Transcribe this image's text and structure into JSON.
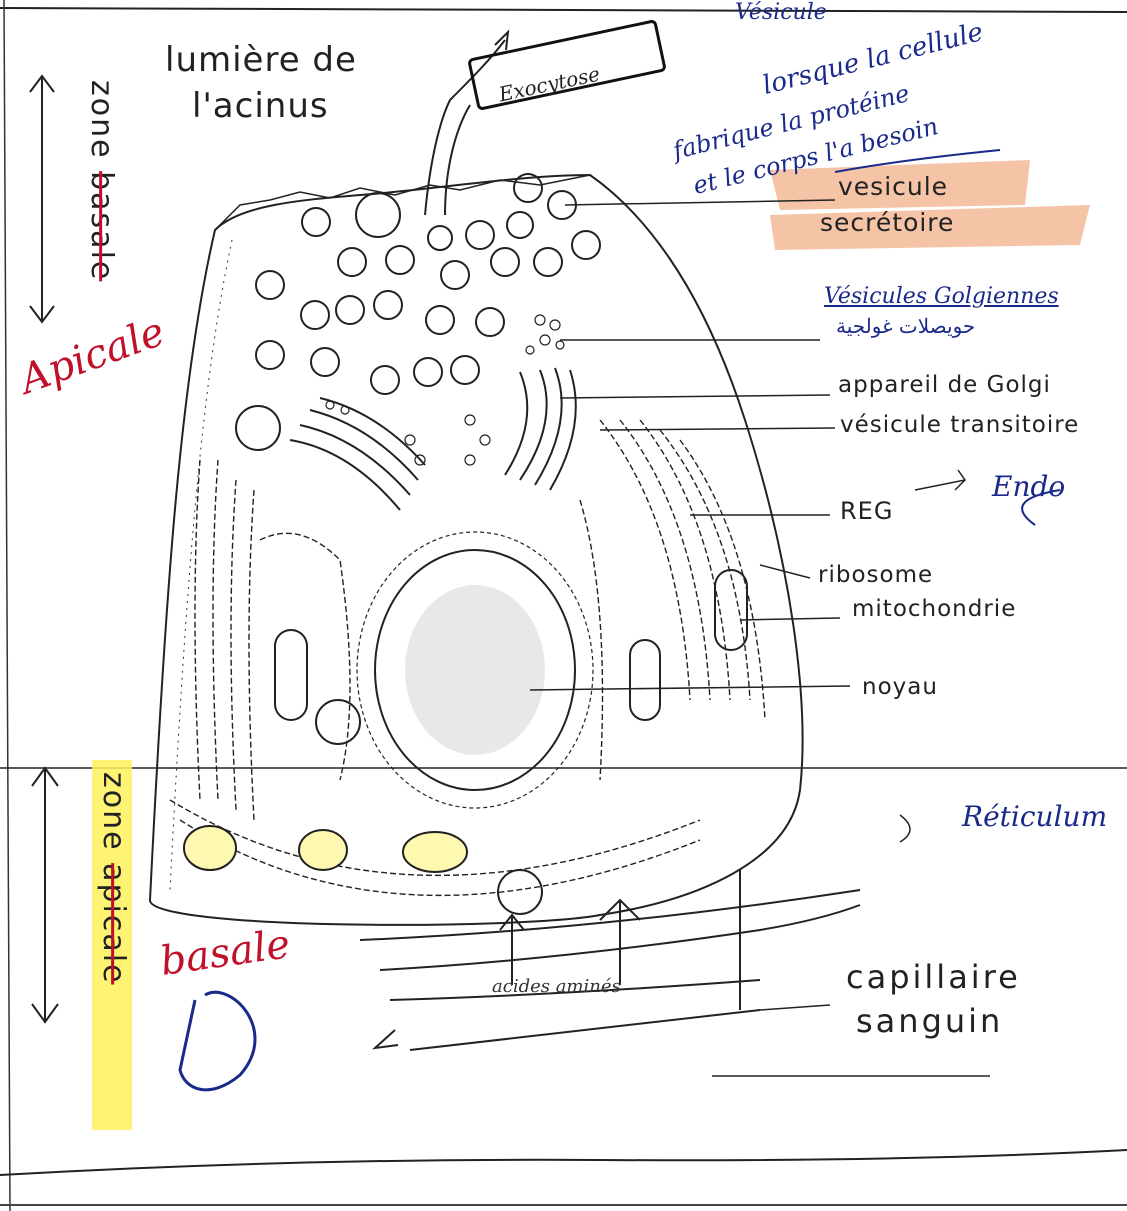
{
  "printed_labels": {
    "acinus_lumen_line1": "lumière de",
    "acinus_lumen_line2": "l'acinus",
    "secretory_vesicle_line1": "vesicule",
    "secretory_vesicle_line2": "secrétoire",
    "golgi": "appareil de Golgi",
    "transit_vesicle": "vésicule transitoire",
    "reg": "REG",
    "ribosome": "ribosome",
    "mitochondria": "mitochondrie",
    "nucleus": "noyau",
    "capillary_line1": "capillaire",
    "capillary_line2": "sanguin",
    "zone_top_word": "zone",
    "zone_top_struck": "basale",
    "zone_bottom_word": "zone",
    "zone_bottom_struck": "apicale"
  },
  "handwritten": {
    "exocytose": "Exocytose",
    "note_line1": "lorsque la cellule",
    "note_line2": "fabrique la protéine",
    "note_line3": "et le corps l'a besoin",
    "golgi_vesicles": "Vésicules Golgiennes",
    "golgi_vesicles_arabic": "حويصلات غولجية",
    "endo": "Endo",
    "reticulum": "Réticulum",
    "apicale": "Apicale",
    "basale": "basale",
    "acides_amines": "acides aminés",
    "top_scribble": "Vésicule"
  },
  "colors": {
    "ink": "#222222",
    "pen_red": "#c0102a",
    "pen_blue": "#1a2a8a",
    "highlight_orange": "#f2b08a",
    "highlight_yellow": "#fff15a"
  }
}
